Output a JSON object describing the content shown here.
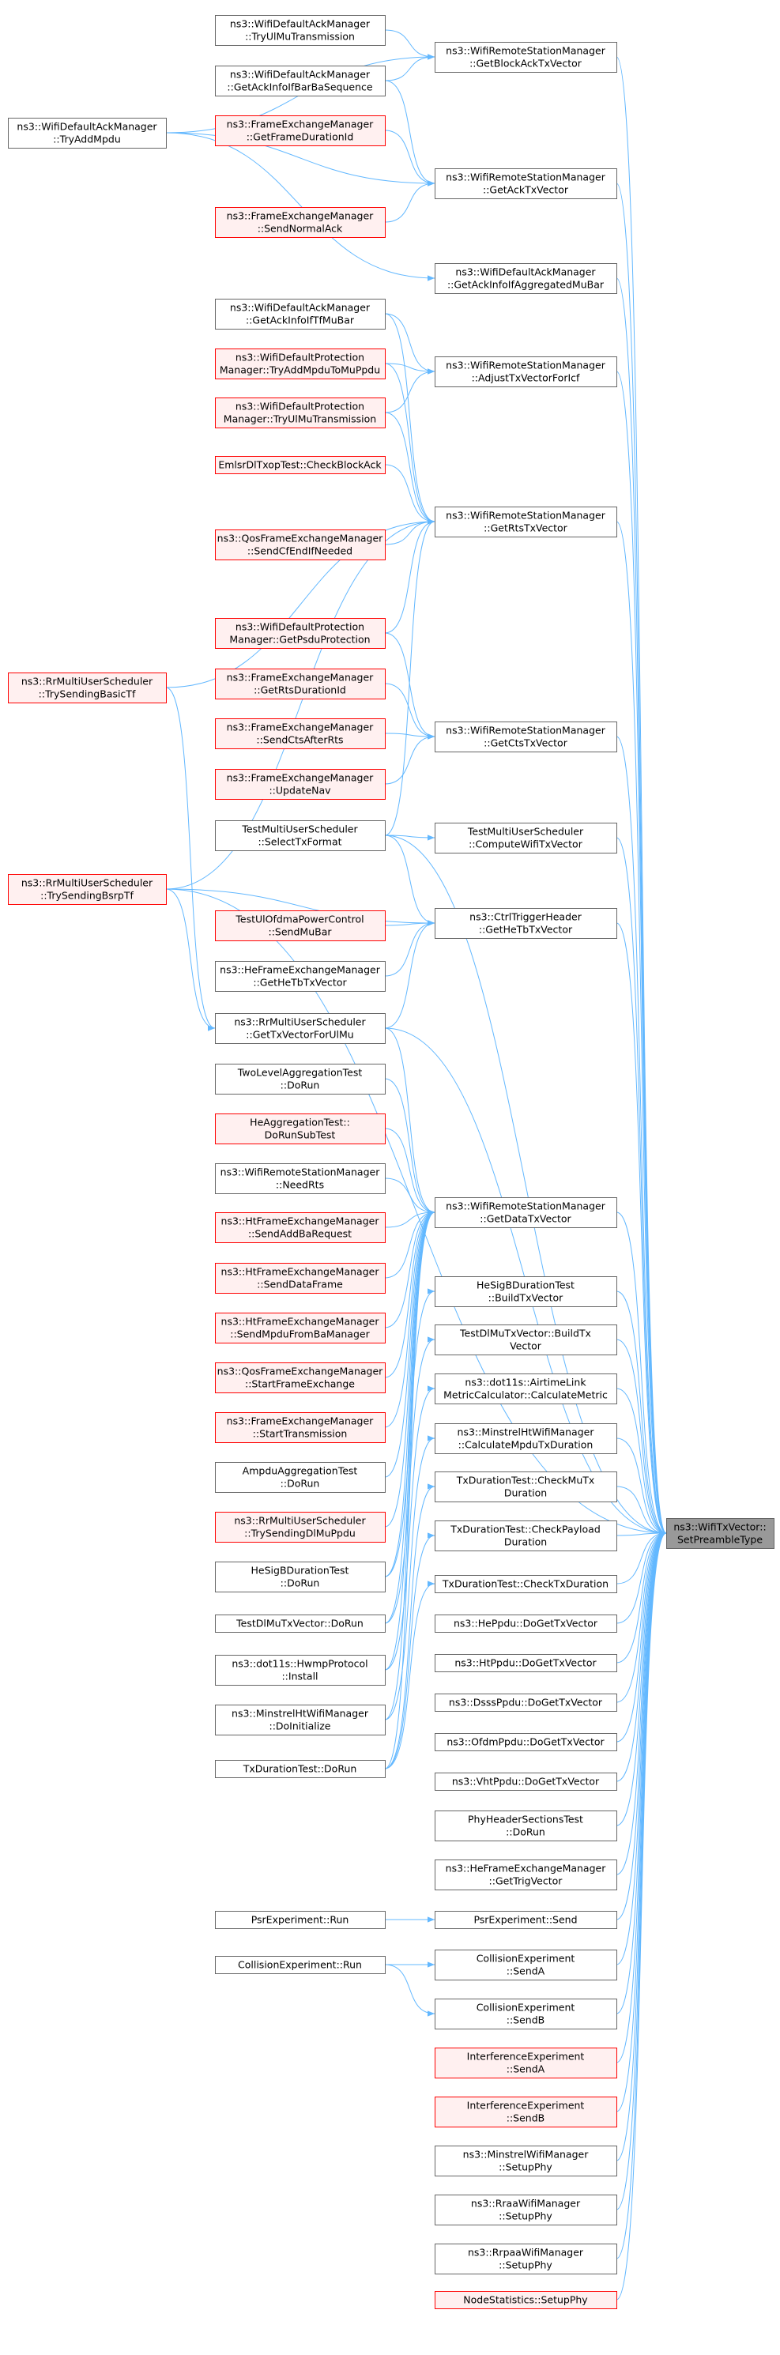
{
  "nodes": [
    {
      "id": "target",
      "lines": [
        "ns3::WifiTxVector::",
        "SetPreambleType"
      ],
      "style": "target"
    },
    {
      "id": "rsm_blockack",
      "lines": [
        "ns3::WifiRemoteStationManager",
        "::GetBlockAckTxVector"
      ],
      "style": "normal"
    },
    {
      "id": "rsm_ack",
      "lines": [
        "ns3::WifiRemoteStationManager",
        "::GetAckTxVector"
      ],
      "style": "normal"
    },
    {
      "id": "dam_aggmubar",
      "lines": [
        "ns3::WifiDefaultAckManager",
        "::GetAckInfoIfAggregatedMuBar"
      ],
      "style": "normal"
    },
    {
      "id": "rsm_adjust",
      "lines": [
        "ns3::WifiRemoteStationManager",
        "::AdjustTxVectorForIcf"
      ],
      "style": "normal"
    },
    {
      "id": "rsm_rts",
      "lines": [
        "ns3::WifiRemoteStationManager",
        "::GetRtsTxVector"
      ],
      "style": "normal"
    },
    {
      "id": "rsm_cts",
      "lines": [
        "ns3::WifiRemoteStationManager",
        "::GetCtsTxVector"
      ],
      "style": "normal"
    },
    {
      "id": "tmus_compute",
      "lines": [
        "TestMultiUserScheduler",
        "::ComputeWifiTxVector"
      ],
      "style": "normal"
    },
    {
      "id": "ctrl_hetb",
      "lines": [
        "ns3::CtrlTriggerHeader",
        "::GetHeTbTxVector"
      ],
      "style": "normal"
    },
    {
      "id": "rsm_data",
      "lines": [
        "ns3::WifiRemoteStationManager",
        "::GetDataTxVector"
      ],
      "style": "normal"
    },
    {
      "id": "hesig_build",
      "lines": [
        "HeSigBDurationTest",
        "::BuildTxVector"
      ],
      "style": "normal"
    },
    {
      "id": "tdlmu_build",
      "lines": [
        "TestDlMuTxVector::BuildTx",
        "Vector"
      ],
      "style": "normal"
    },
    {
      "id": "dot11s_calc",
      "lines": [
        "ns3::dot11s::AirtimeLink",
        "MetricCalculator::CalculateMetric"
      ],
      "style": "normal"
    },
    {
      "id": "minstrel_calc",
      "lines": [
        "ns3::MinstrelHtWifiManager",
        "::CalculateMpduTxDuration"
      ],
      "style": "normal"
    },
    {
      "id": "txd_checkmu",
      "lines": [
        "TxDurationTest::CheckMuTx",
        "Duration"
      ],
      "style": "normal"
    },
    {
      "id": "txd_checkpayload",
      "lines": [
        "TxDurationTest::CheckPayload",
        "Duration"
      ],
      "style": "normal"
    },
    {
      "id": "txd_checktx",
      "lines": [
        "TxDurationTest::CheckTxDuration"
      ],
      "style": "normal"
    },
    {
      "id": "heppdu",
      "lines": [
        "ns3::HePpdu::DoGetTxVector"
      ],
      "style": "normal"
    },
    {
      "id": "htppdu",
      "lines": [
        "ns3::HtPpdu::DoGetTxVector"
      ],
      "style": "normal"
    },
    {
      "id": "dsssppdu",
      "lines": [
        "ns3::DsssPpdu::DoGetTxVector"
      ],
      "style": "normal"
    },
    {
      "id": "ofdmppdu",
      "lines": [
        "ns3::OfdmPpdu::DoGetTxVector"
      ],
      "style": "normal"
    },
    {
      "id": "vhtppdu",
      "lines": [
        "ns3::VhtPpdu::DoGetTxVector"
      ],
      "style": "normal"
    },
    {
      "id": "phyhdr",
      "lines": [
        "PhyHeaderSectionsTest",
        "::DoRun"
      ],
      "style": "normal"
    },
    {
      "id": "hefem_trig",
      "lines": [
        "ns3::HeFrameExchangeManager",
        "::GetTrigVector"
      ],
      "style": "normal"
    },
    {
      "id": "psr_send",
      "lines": [
        "PsrExperiment::Send"
      ],
      "style": "normal"
    },
    {
      "id": "coll_senda",
      "lines": [
        "CollisionExperiment",
        "::SendA"
      ],
      "style": "normal"
    },
    {
      "id": "coll_sendb",
      "lines": [
        "CollisionExperiment",
        "::SendB"
      ],
      "style": "normal"
    },
    {
      "id": "intf_senda",
      "lines": [
        "InterferenceExperiment",
        "::SendA"
      ],
      "style": "red"
    },
    {
      "id": "intf_sendb",
      "lines": [
        "InterferenceExperiment",
        "::SendB"
      ],
      "style": "red"
    },
    {
      "id": "minstrel_setup",
      "lines": [
        "ns3::MinstrelWifiManager",
        "::SetupPhy"
      ],
      "style": "normal"
    },
    {
      "id": "rraa_setup",
      "lines": [
        "ns3::RraaWifiManager",
        "::SetupPhy"
      ],
      "style": "normal"
    },
    {
      "id": "rrpaa_setup",
      "lines": [
        "ns3::RrpaaWifiManager",
        "::SetupPhy"
      ],
      "style": "normal"
    },
    {
      "id": "nodestats",
      "lines": [
        "NodeStatistics::SetupPhy"
      ],
      "style": "red"
    },
    {
      "id": "dam_tryul",
      "lines": [
        "ns3::WifiDefaultAckManager",
        "::TryUlMuTransmission"
      ],
      "style": "normal"
    },
    {
      "id": "dam_bar",
      "lines": [
        "ns3::WifiDefaultAckManager",
        "::GetAckInfoIfBarBaSequence"
      ],
      "style": "normal"
    },
    {
      "id": "fem_dur",
      "lines": [
        "ns3::FrameExchangeManager",
        "::GetFrameDurationId"
      ],
      "style": "red"
    },
    {
      "id": "fem_normalack",
      "lines": [
        "ns3::FrameExchangeManager",
        "::SendNormalAck"
      ],
      "style": "red"
    },
    {
      "id": "dam_tfmubar",
      "lines": [
        "ns3::WifiDefaultAckManager",
        "::GetAckInfoIfTfMuBar"
      ],
      "style": "normal"
    },
    {
      "id": "dpm_addmpdu",
      "lines": [
        "ns3::WifiDefaultProtection",
        "Manager::TryAddMpduToMuPpdu"
      ],
      "style": "red"
    },
    {
      "id": "dpm_ulmu",
      "lines": [
        "ns3::WifiDefaultProtection",
        "Manager::TryUlMuTransmission"
      ],
      "style": "red"
    },
    {
      "id": "emlsr",
      "lines": [
        "EmlsrDlTxopTest::CheckBlockAck"
      ],
      "style": "red"
    },
    {
      "id": "qos_cfend",
      "lines": [
        "ns3::QosFrameExchangeManager",
        "::SendCfEndIfNeeded"
      ],
      "style": "red"
    },
    {
      "id": "dpm_psdu",
      "lines": [
        "ns3::WifiDefaultProtection",
        "Manager::GetPsduProtection"
      ],
      "style": "red"
    },
    {
      "id": "fem_rtsdur",
      "lines": [
        "ns3::FrameExchangeManager",
        "::GetRtsDurationId"
      ],
      "style": "red"
    },
    {
      "id": "fem_ctsafter",
      "lines": [
        "ns3::FrameExchangeManager",
        "::SendCtsAfterRts"
      ],
      "style": "red"
    },
    {
      "id": "fem_nav",
      "lines": [
        "ns3::FrameExchangeManager",
        "::UpdateNav"
      ],
      "style": "red"
    },
    {
      "id": "tmus_select",
      "lines": [
        "TestMultiUserScheduler",
        "::SelectTxFormat"
      ],
      "style": "normal"
    },
    {
      "id": "ulofdma",
      "lines": [
        "TestUlOfdmaPowerControl",
        "::SendMuBar"
      ],
      "style": "red"
    },
    {
      "id": "hefem_hetb",
      "lines": [
        "ns3::HeFrameExchangeManager",
        "::GetHeTbTxVector"
      ],
      "style": "normal"
    },
    {
      "id": "rrmus_ulmu",
      "lines": [
        "ns3::RrMultiUserScheduler",
        "::GetTxVectorForUlMu"
      ],
      "style": "normal"
    },
    {
      "id": "twolevel",
      "lines": [
        "TwoLevelAggregationTest",
        "::DoRun"
      ],
      "style": "normal"
    },
    {
      "id": "heagg",
      "lines": [
        "HeAggregationTest::",
        "DoRunSubTest"
      ],
      "style": "red"
    },
    {
      "id": "rsm_needrts",
      "lines": [
        "ns3::WifiRemoteStationManager",
        "::NeedRts"
      ],
      "style": "normal"
    },
    {
      "id": "htfem_addba",
      "lines": [
        "ns3::HtFrameExchangeManager",
        "::SendAddBaRequest"
      ],
      "style": "red"
    },
    {
      "id": "htfem_data",
      "lines": [
        "ns3::HtFrameExchangeManager",
        "::SendDataFrame"
      ],
      "style": "red"
    },
    {
      "id": "htfem_mpdu",
      "lines": [
        "ns3::HtFrameExchangeManager",
        "::SendMpduFromBaManager"
      ],
      "style": "red"
    },
    {
      "id": "qos_start",
      "lines": [
        "ns3::QosFrameExchangeManager",
        "::StartFrameExchange"
      ],
      "style": "red"
    },
    {
      "id": "fem_start",
      "lines": [
        "ns3::FrameExchangeManager",
        "::StartTransmission"
      ],
      "style": "red"
    },
    {
      "id": "ampdu",
      "lines": [
        "AmpduAggregationTest",
        "::DoRun"
      ],
      "style": "normal"
    },
    {
      "id": "rrmus_dlmu",
      "lines": [
        "ns3::RrMultiUserScheduler",
        "::TrySendingDlMuPpdu"
      ],
      "style": "red"
    },
    {
      "id": "hesig_run",
      "lines": [
        "HeSigBDurationTest",
        "::DoRun"
      ],
      "style": "normal"
    },
    {
      "id": "tdlmu_run",
      "lines": [
        "TestDlMuTxVector::DoRun"
      ],
      "style": "normal"
    },
    {
      "id": "hwmp",
      "lines": [
        "ns3::dot11s::HwmpProtocol",
        "::Install"
      ],
      "style": "normal"
    },
    {
      "id": "minstrelht_init",
      "lines": [
        "ns3::MinstrelHtWifiManager",
        "::DoInitialize"
      ],
      "style": "normal"
    },
    {
      "id": "txd_run",
      "lines": [
        "TxDurationTest::DoRun"
      ],
      "style": "normal"
    },
    {
      "id": "psr_run",
      "lines": [
        "PsrExperiment::Run"
      ],
      "style": "normal"
    },
    {
      "id": "coll_run",
      "lines": [
        "CollisionExperiment::Run"
      ],
      "style": "normal"
    },
    {
      "id": "dam_tryadd",
      "lines": [
        "ns3::WifiDefaultAckManager",
        "::TryAddMpdu"
      ],
      "style": "normal"
    },
    {
      "id": "rrmus_basictf",
      "lines": [
        "ns3::RrMultiUserScheduler",
        "::TrySendingBasicTf"
      ],
      "style": "red"
    },
    {
      "id": "rrmus_bsrp",
      "lines": [
        "ns3::RrMultiUserScheduler",
        "::TrySendingBsrpTf"
      ],
      "style": "red"
    }
  ],
  "edges": [
    [
      "rsm_blockack",
      "target"
    ],
    [
      "rsm_ack",
      "target"
    ],
    [
      "dam_aggmubar",
      "target"
    ],
    [
      "rsm_adjust",
      "target"
    ],
    [
      "rsm_rts",
      "target"
    ],
    [
      "rsm_cts",
      "target"
    ],
    [
      "tmus_select",
      "target"
    ],
    [
      "tmus_compute",
      "target"
    ],
    [
      "rrmus_bsrp",
      "target"
    ],
    [
      "ctrl_hetb",
      "target"
    ],
    [
      "rrmus_ulmu",
      "target"
    ],
    [
      "rsm_data",
      "target"
    ],
    [
      "hesig_build",
      "target"
    ],
    [
      "tdlmu_build",
      "target"
    ],
    [
      "dot11s_calc",
      "target"
    ],
    [
      "minstrel_calc",
      "target"
    ],
    [
      "txd_checkmu",
      "target"
    ],
    [
      "txd_checkpayload",
      "target"
    ],
    [
      "txd_checktx",
      "target"
    ],
    [
      "heppdu",
      "target"
    ],
    [
      "htppdu",
      "target"
    ],
    [
      "dsssppdu",
      "target"
    ],
    [
      "ofdmppdu",
      "target"
    ],
    [
      "vhtppdu",
      "target"
    ],
    [
      "phyhdr",
      "target"
    ],
    [
      "hefem_trig",
      "target"
    ],
    [
      "psr_send",
      "target"
    ],
    [
      "coll_senda",
      "target"
    ],
    [
      "coll_sendb",
      "target"
    ],
    [
      "intf_senda",
      "target"
    ],
    [
      "intf_sendb",
      "target"
    ],
    [
      "minstrel_setup",
      "target"
    ],
    [
      "rraa_setup",
      "target"
    ],
    [
      "rrpaa_setup",
      "target"
    ],
    [
      "nodestats",
      "target"
    ],
    [
      "dam_tryul",
      "rsm_blockack"
    ],
    [
      "dam_bar",
      "rsm_blockack"
    ],
    [
      "dam_tryadd",
      "rsm_blockack"
    ],
    [
      "dam_bar",
      "rsm_ack"
    ],
    [
      "fem_dur",
      "rsm_ack"
    ],
    [
      "fem_normalack",
      "rsm_ack"
    ],
    [
      "dam_tryadd",
      "rsm_ack"
    ],
    [
      "dam_tryadd",
      "dam_aggmubar"
    ],
    [
      "dam_tfmubar",
      "rsm_adjust"
    ],
    [
      "dpm_addmpdu",
      "rsm_adjust"
    ],
    [
      "dpm_ulmu",
      "rsm_adjust"
    ],
    [
      "dam_tfmubar",
      "rsm_rts"
    ],
    [
      "dpm_addmpdu",
      "rsm_rts"
    ],
    [
      "dpm_ulmu",
      "rsm_rts"
    ],
    [
      "emlsr",
      "rsm_rts"
    ],
    [
      "qos_cfend",
      "rsm_rts"
    ],
    [
      "dpm_psdu",
      "rsm_rts"
    ],
    [
      "tmus_select",
      "rsm_rts"
    ],
    [
      "rrmus_basictf",
      "rsm_rts"
    ],
    [
      "rrmus_bsrp",
      "rsm_rts"
    ],
    [
      "fem_rtsdur",
      "rsm_cts"
    ],
    [
      "fem_ctsafter",
      "rsm_cts"
    ],
    [
      "fem_nav",
      "rsm_cts"
    ],
    [
      "dpm_psdu",
      "rsm_cts"
    ],
    [
      "tmus_select",
      "tmus_compute"
    ],
    [
      "tmus_select",
      "ctrl_hetb"
    ],
    [
      "rrmus_bsrp",
      "ctrl_hetb"
    ],
    [
      "ulofdma",
      "ctrl_hetb"
    ],
    [
      "hefem_hetb",
      "ctrl_hetb"
    ],
    [
      "rrmus_ulmu",
      "ctrl_hetb"
    ],
    [
      "rrmus_basictf",
      "rrmus_ulmu"
    ],
    [
      "rrmus_bsrp",
      "rrmus_ulmu"
    ],
    [
      "rrmus_ulmu",
      "rsm_data"
    ],
    [
      "twolevel",
      "rsm_data"
    ],
    [
      "heagg",
      "rsm_data"
    ],
    [
      "rsm_needrts",
      "rsm_data"
    ],
    [
      "htfem_addba",
      "rsm_data"
    ],
    [
      "htfem_data",
      "rsm_data"
    ],
    [
      "htfem_mpdu",
      "rsm_data"
    ],
    [
      "qos_start",
      "rsm_data"
    ],
    [
      "fem_start",
      "rsm_data"
    ],
    [
      "ampdu",
      "rsm_data"
    ],
    [
      "rrmus_dlmu",
      "rsm_data"
    ],
    [
      "hesig_run",
      "rsm_data"
    ],
    [
      "tdlmu_run",
      "rsm_data"
    ],
    [
      "hwmp",
      "rsm_data"
    ],
    [
      "minstrelht_init",
      "rsm_data"
    ],
    [
      "txd_run",
      "rsm_data"
    ],
    [
      "hesig_run",
      "hesig_build"
    ],
    [
      "tdlmu_run",
      "tdlmu_build"
    ],
    [
      "hwmp",
      "dot11s_calc"
    ],
    [
      "minstrelht_init",
      "minstrel_calc"
    ],
    [
      "txd_run",
      "txd_checkmu"
    ],
    [
      "txd_run",
      "txd_checkpayload"
    ],
    [
      "txd_run",
      "txd_checktx"
    ],
    [
      "psr_run",
      "psr_send"
    ],
    [
      "coll_run",
      "coll_senda"
    ],
    [
      "coll_run",
      "coll_sendb"
    ]
  ]
}
